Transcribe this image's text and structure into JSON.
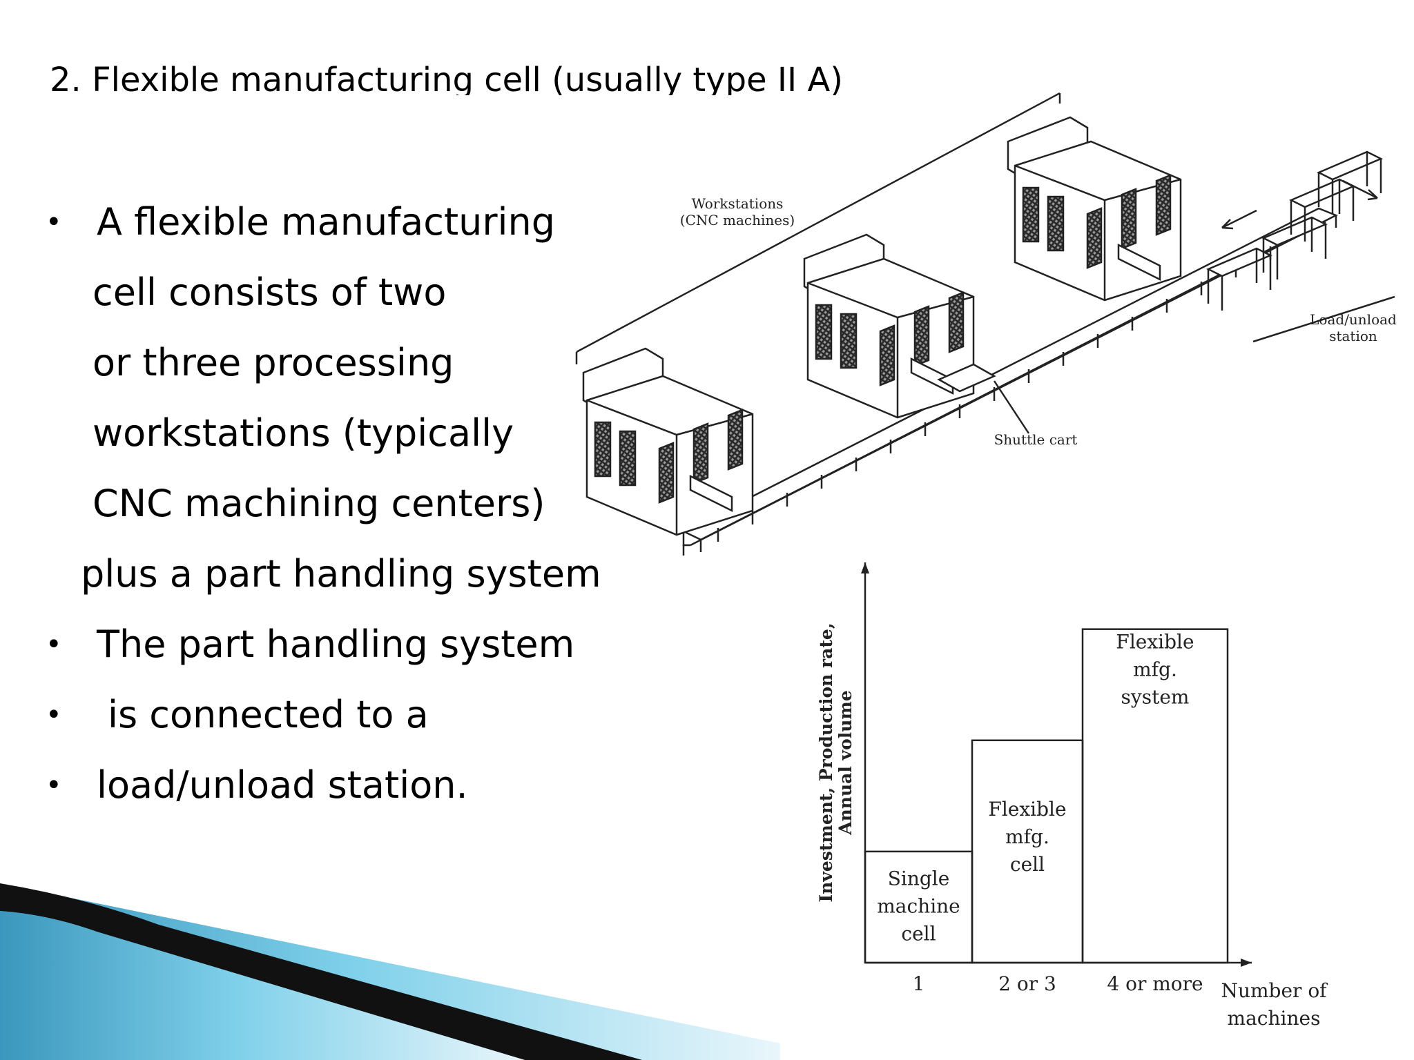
{
  "slide": {
    "title_prefix": "2. ",
    "title_underlined": "Flexible manufacturing cell",
    "title_suffix": " (usually type II A)"
  },
  "bullets": {
    "b1_l1": "A flexible manufacturing",
    "b1_l2": "cell consists of two",
    "b1_l3": "or three processing",
    "b1_l4": "workstations (typically",
    "b1_l5": "CNC machining centers)",
    "b1_l6": "plus a part handling system",
    "b2": "The part handling system",
    "b3": "is connected to a",
    "b4": "load/unload station.",
    "bullet_glyph": "•"
  },
  "diagram": {
    "workstations_l1": "Workstations",
    "workstations_l2": "(CNC machines)",
    "loadunload_l1": "Load/unload",
    "loadunload_l2": "station",
    "shuttle": "Shuttle cart"
  },
  "chart_data": {
    "type": "bar",
    "categories": [
      "1",
      "2 or 3",
      "4 or more"
    ],
    "values": [
      1,
      2,
      3
    ],
    "bar_labels": [
      [
        "Single",
        "machine",
        "cell"
      ],
      [
        "Flexible",
        "mfg.",
        "cell"
      ],
      [
        "Flexible",
        "mfg.",
        "system"
      ]
    ],
    "xlabel_l1": "Number of",
    "xlabel_l2": "machines",
    "ylabel_l1": "Investment, Production rate,",
    "ylabel_l2": "Annual volume",
    "ylim": [
      0,
      3.6
    ]
  },
  "colors": {
    "deco_dark": "#111111",
    "deco_blue": "#3b97bd",
    "deco_light": "#7fd0ea"
  }
}
